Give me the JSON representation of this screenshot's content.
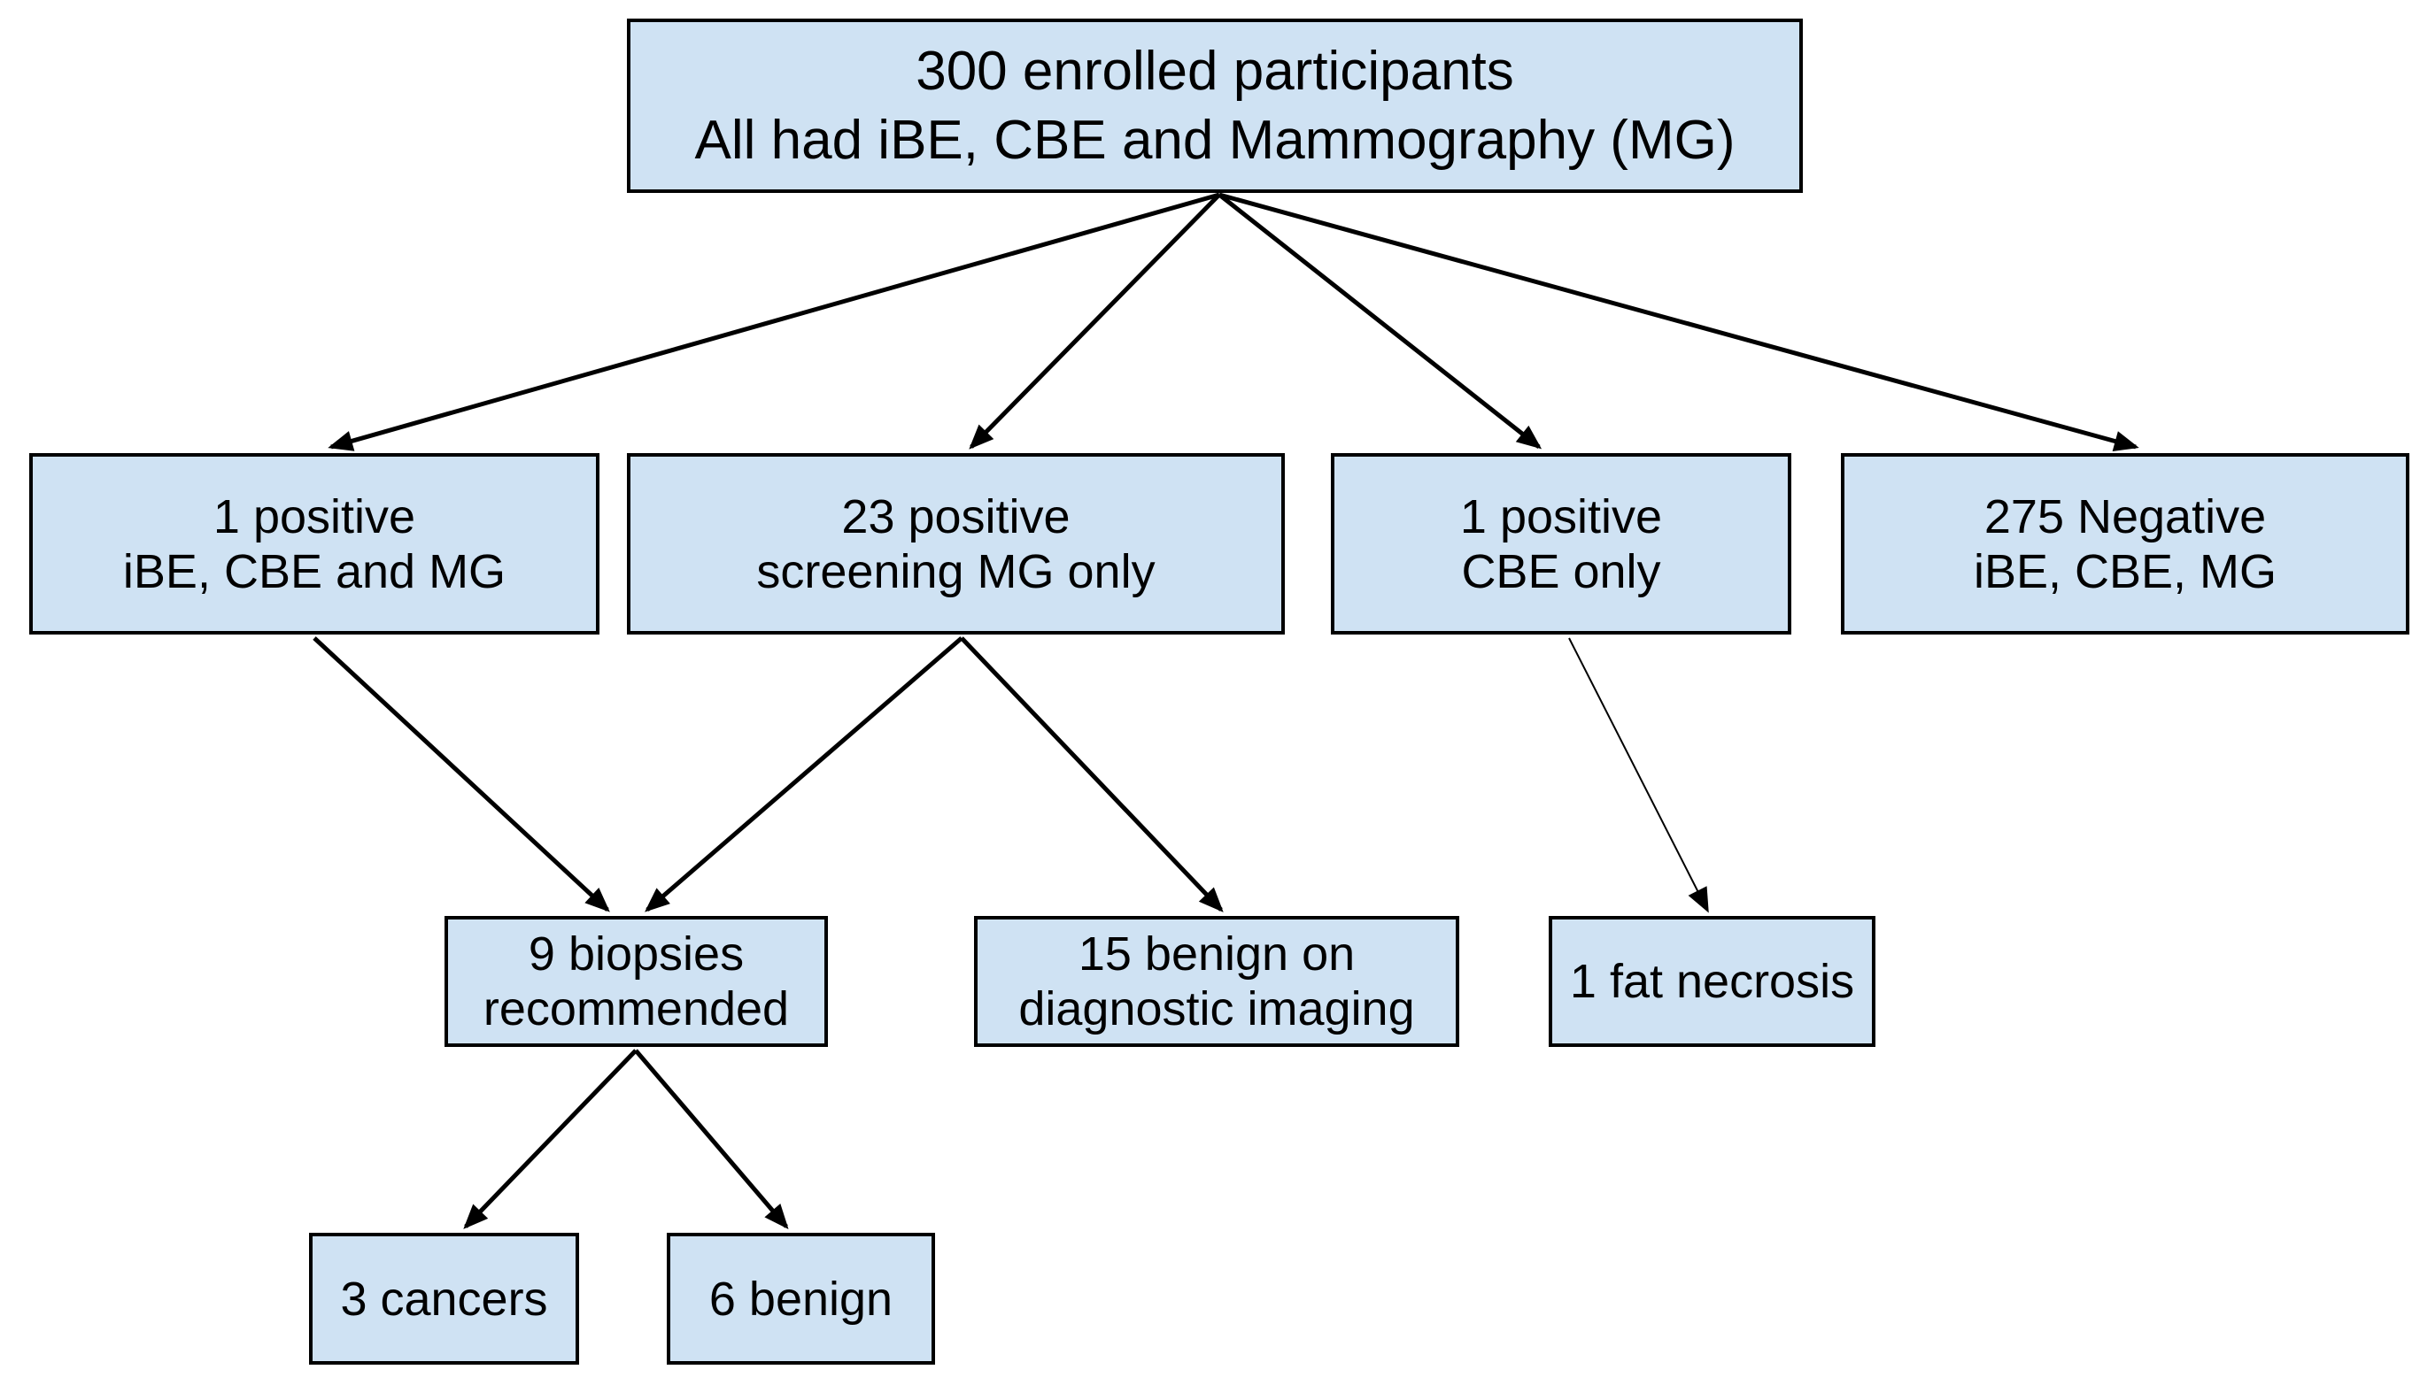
{
  "diagram_type": "flowchart",
  "colors": {
    "box_fill": "#cfe2f3",
    "box_border": "#000000",
    "arrow": "#000000",
    "text": "#000000",
    "background": "#ffffff"
  },
  "nodes": {
    "root": {
      "line1": "300 enrolled participants",
      "line2": "All had iBE, CBE and Mammography (MG)"
    },
    "positive_all": {
      "line1": "1 positive",
      "line2": "iBE, CBE and MG"
    },
    "positive_mg": {
      "line1": "23 positive",
      "line2": "screening MG only"
    },
    "positive_cbe": {
      "line1": "1 positive",
      "line2": "CBE only"
    },
    "negative_all": {
      "line1": "275 Negative",
      "line2": "iBE, CBE, MG"
    },
    "biopsies": {
      "line1": "9 biopsies",
      "line2": "recommended"
    },
    "benign_imaging": {
      "line1": "15 benign on",
      "line2": "diagnostic imaging"
    },
    "fat_necrosis": {
      "line1": "1 fat necrosis"
    },
    "cancers": {
      "line1": "3 cancers"
    },
    "benign": {
      "line1": "6 benign"
    }
  },
  "edges": [
    {
      "from": "root",
      "to": "positive_all"
    },
    {
      "from": "root",
      "to": "positive_mg"
    },
    {
      "from": "root",
      "to": "positive_cbe"
    },
    {
      "from": "root",
      "to": "negative_all"
    },
    {
      "from": "positive_all",
      "to": "biopsies"
    },
    {
      "from": "positive_mg",
      "to": "biopsies"
    },
    {
      "from": "positive_mg",
      "to": "benign_imaging"
    },
    {
      "from": "positive_cbe",
      "to": "fat_necrosis"
    },
    {
      "from": "biopsies",
      "to": "cancers"
    },
    {
      "from": "biopsies",
      "to": "benign"
    }
  ]
}
